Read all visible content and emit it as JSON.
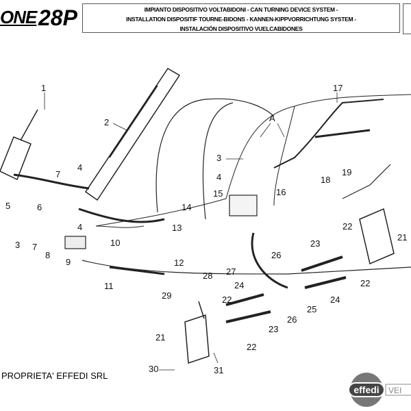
{
  "header": {
    "brand_fragment": "ONE",
    "model": "28P",
    "title_lines": [
      "IMPIANTO DISPOSITIVO VOLTABIDONI - CAN TURNING DEVICE SYSTEM -",
      "INSTALLATION DISPOSITIF TOURNE-BIDONS - KANNEN-KIPPVORRICHTUNG SYSTEM -",
      "INSTALACIÓN DISPOSITIVO VUELCABIDONES"
    ]
  },
  "callouts": [
    "1",
    "2",
    "3",
    "4",
    "15",
    "16",
    "17",
    "A",
    "18",
    "19",
    "7",
    "4",
    "6",
    "5",
    "3",
    "7",
    "4",
    "8",
    "9",
    "10",
    "11",
    "14",
    "13",
    "12",
    "22",
    "21",
    "23",
    "26",
    "27",
    "22",
    "28",
    "22",
    "24",
    "24",
    "25",
    "26",
    "29",
    "23",
    "21",
    "22",
    "30",
    "31"
  ],
  "footer": {
    "ownership": "PROPRIETA' EFFEDI SRL",
    "logo_text": "effedi",
    "logo_side_text": "VEI"
  }
}
